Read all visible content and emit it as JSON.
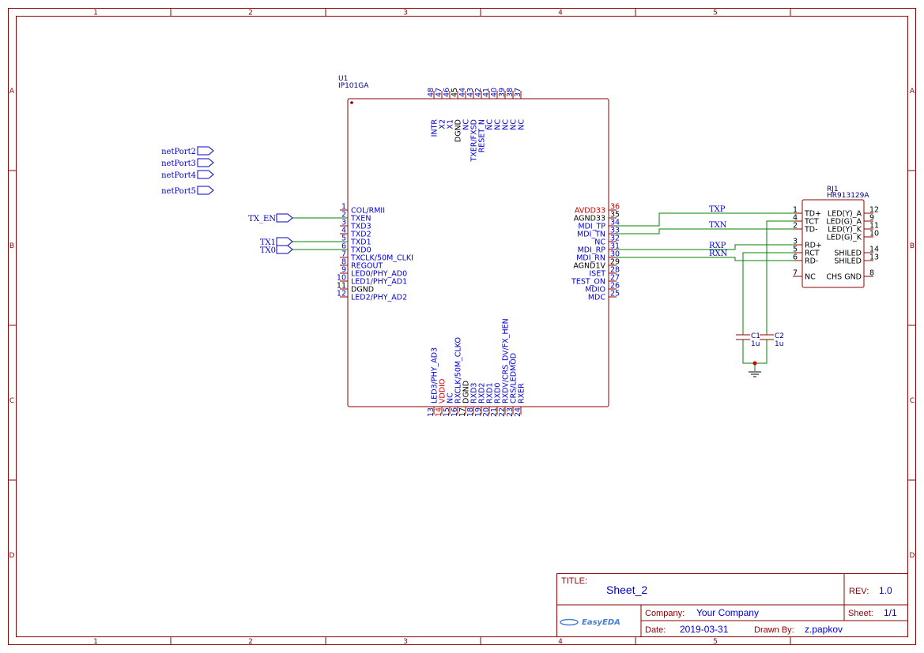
{
  "frame": {
    "columns": [
      "1",
      "2",
      "3",
      "4",
      "5"
    ],
    "rows": [
      "A",
      "B",
      "C",
      "D"
    ]
  },
  "u1": {
    "designator": "U1",
    "part": "IP101GA",
    "left_pins": [
      {
        "num": "1",
        "name": "COL/RMII"
      },
      {
        "num": "2",
        "name": "TXEN"
      },
      {
        "num": "3",
        "name": "TXD3"
      },
      {
        "num": "4",
        "name": "TXD2"
      },
      {
        "num": "5",
        "name": "TXD1"
      },
      {
        "num": "6",
        "name": "TXD0"
      },
      {
        "num": "7",
        "name": "TXCLK/50M_CLKI"
      },
      {
        "num": "8",
        "name": "REGOUT"
      },
      {
        "num": "9",
        "name": "LED0/PHY_AD0"
      },
      {
        "num": "10",
        "name": "LED1/PHY_AD1"
      },
      {
        "num": "11",
        "name": "DGND",
        "color": "black"
      },
      {
        "num": "12",
        "name": "LED2/PHY_AD2"
      }
    ],
    "right_pins": [
      {
        "num": "36",
        "name": "AVDD33",
        "color": "red"
      },
      {
        "num": "35",
        "name": "AGND33",
        "color": "black"
      },
      {
        "num": "34",
        "name": "MDI_TP"
      },
      {
        "num": "33",
        "name": "MDI_TN"
      },
      {
        "num": "32",
        "name": "NC"
      },
      {
        "num": "31",
        "name": "MDI_RP"
      },
      {
        "num": "30",
        "name": "MDI_RN"
      },
      {
        "num": "29",
        "name": "AGND1V",
        "color": "black"
      },
      {
        "num": "28",
        "name": "ISET"
      },
      {
        "num": "27",
        "name": "TEST_ON"
      },
      {
        "num": "26",
        "name": "MDIO"
      },
      {
        "num": "25",
        "name": "MDC"
      }
    ],
    "top_pins": [
      {
        "num": "48",
        "name": "INTR"
      },
      {
        "num": "47",
        "name": "X2"
      },
      {
        "num": "46",
        "name": "X1"
      },
      {
        "num": "45",
        "name": "DGND",
        "color": "black"
      },
      {
        "num": "44",
        "name": "NC"
      },
      {
        "num": "43",
        "name": "TXER/FXSD"
      },
      {
        "num": "42",
        "name": "RESET_N"
      },
      {
        "num": "41",
        "name": "NC"
      },
      {
        "num": "40",
        "name": "NC"
      },
      {
        "num": "39",
        "name": "NC"
      },
      {
        "num": "38",
        "name": "NC"
      },
      {
        "num": "37",
        "name": "NC"
      }
    ],
    "bottom_pins": [
      {
        "num": "13",
        "name": "LED3/PHY_AD3"
      },
      {
        "num": "14",
        "name": "VDDIO",
        "color": "red"
      },
      {
        "num": "15",
        "name": "NC"
      },
      {
        "num": "16",
        "name": "RXCLK/50M_CLKO"
      },
      {
        "num": "17",
        "name": "DGND",
        "color": "black"
      },
      {
        "num": "18",
        "name": "RXD3"
      },
      {
        "num": "19",
        "name": "RXD2"
      },
      {
        "num": "20",
        "name": "RXD1"
      },
      {
        "num": "21",
        "name": "RXD0"
      },
      {
        "num": "22",
        "name": "RXDV/CRS_DV/FX_HEN"
      },
      {
        "num": "23",
        "name": "CRS/LEDMOD"
      },
      {
        "num": "24",
        "name": "RXER"
      }
    ]
  },
  "rj1": {
    "designator": "RJ1",
    "part": "HR913129A",
    "left_pins": [
      {
        "num": "1",
        "name": "TD+"
      },
      {
        "num": "4",
        "name": "TCT"
      },
      {
        "num": "2",
        "name": "TD-"
      },
      {
        "num": "",
        "name": ""
      },
      {
        "num": "3",
        "name": "RD+"
      },
      {
        "num": "5",
        "name": "RCT"
      },
      {
        "num": "6",
        "name": "RD-"
      },
      {
        "num": "",
        "name": ""
      },
      {
        "num": "7",
        "name": "NC"
      }
    ],
    "right_pins": [
      {
        "num": "12",
        "name": "LED(Y)_A"
      },
      {
        "num": "9",
        "name": "LED(G)_A"
      },
      {
        "num": "11",
        "name": "LED(Y)_K"
      },
      {
        "num": "10",
        "name": "LED(G)_K"
      },
      {
        "num": "",
        "name": ""
      },
      {
        "num": "14",
        "name": "SHILED"
      },
      {
        "num": "13",
        "name": "SHILED"
      },
      {
        "num": "",
        "name": ""
      },
      {
        "num": "8",
        "name": "CHS GND"
      }
    ]
  },
  "capacitors": [
    {
      "designator": "C1",
      "value": "1u"
    },
    {
      "designator": "C2",
      "value": "1u"
    }
  ],
  "net_labels": {
    "txp": "TXP",
    "txn": "TXN",
    "rxp": "RXP",
    "rxn": "RXN"
  },
  "ports": {
    "tx_en": "TX_EN",
    "tx1": "TX1",
    "tx0": "TX0",
    "net_ports": [
      "netPort2",
      "netPort3",
      "netPort4",
      "netPort5"
    ]
  },
  "title_block": {
    "title_label": "TITLE:",
    "title": "Sheet_2",
    "rev_label": "REV:",
    "rev": "1.0",
    "company_label": "Company:",
    "company": "Your Company",
    "sheet_label": "Sheet:",
    "sheet": "1/1",
    "date_label": "Date:",
    "date": "2019-03-31",
    "drawn_label": "Drawn By:",
    "drawn": "z.papkov",
    "logo": "EasyEDA"
  },
  "colors": {
    "frame": "#8b0000",
    "wire": "#008000",
    "pin_text": "#0000cc",
    "power_text": "#cc0000"
  }
}
